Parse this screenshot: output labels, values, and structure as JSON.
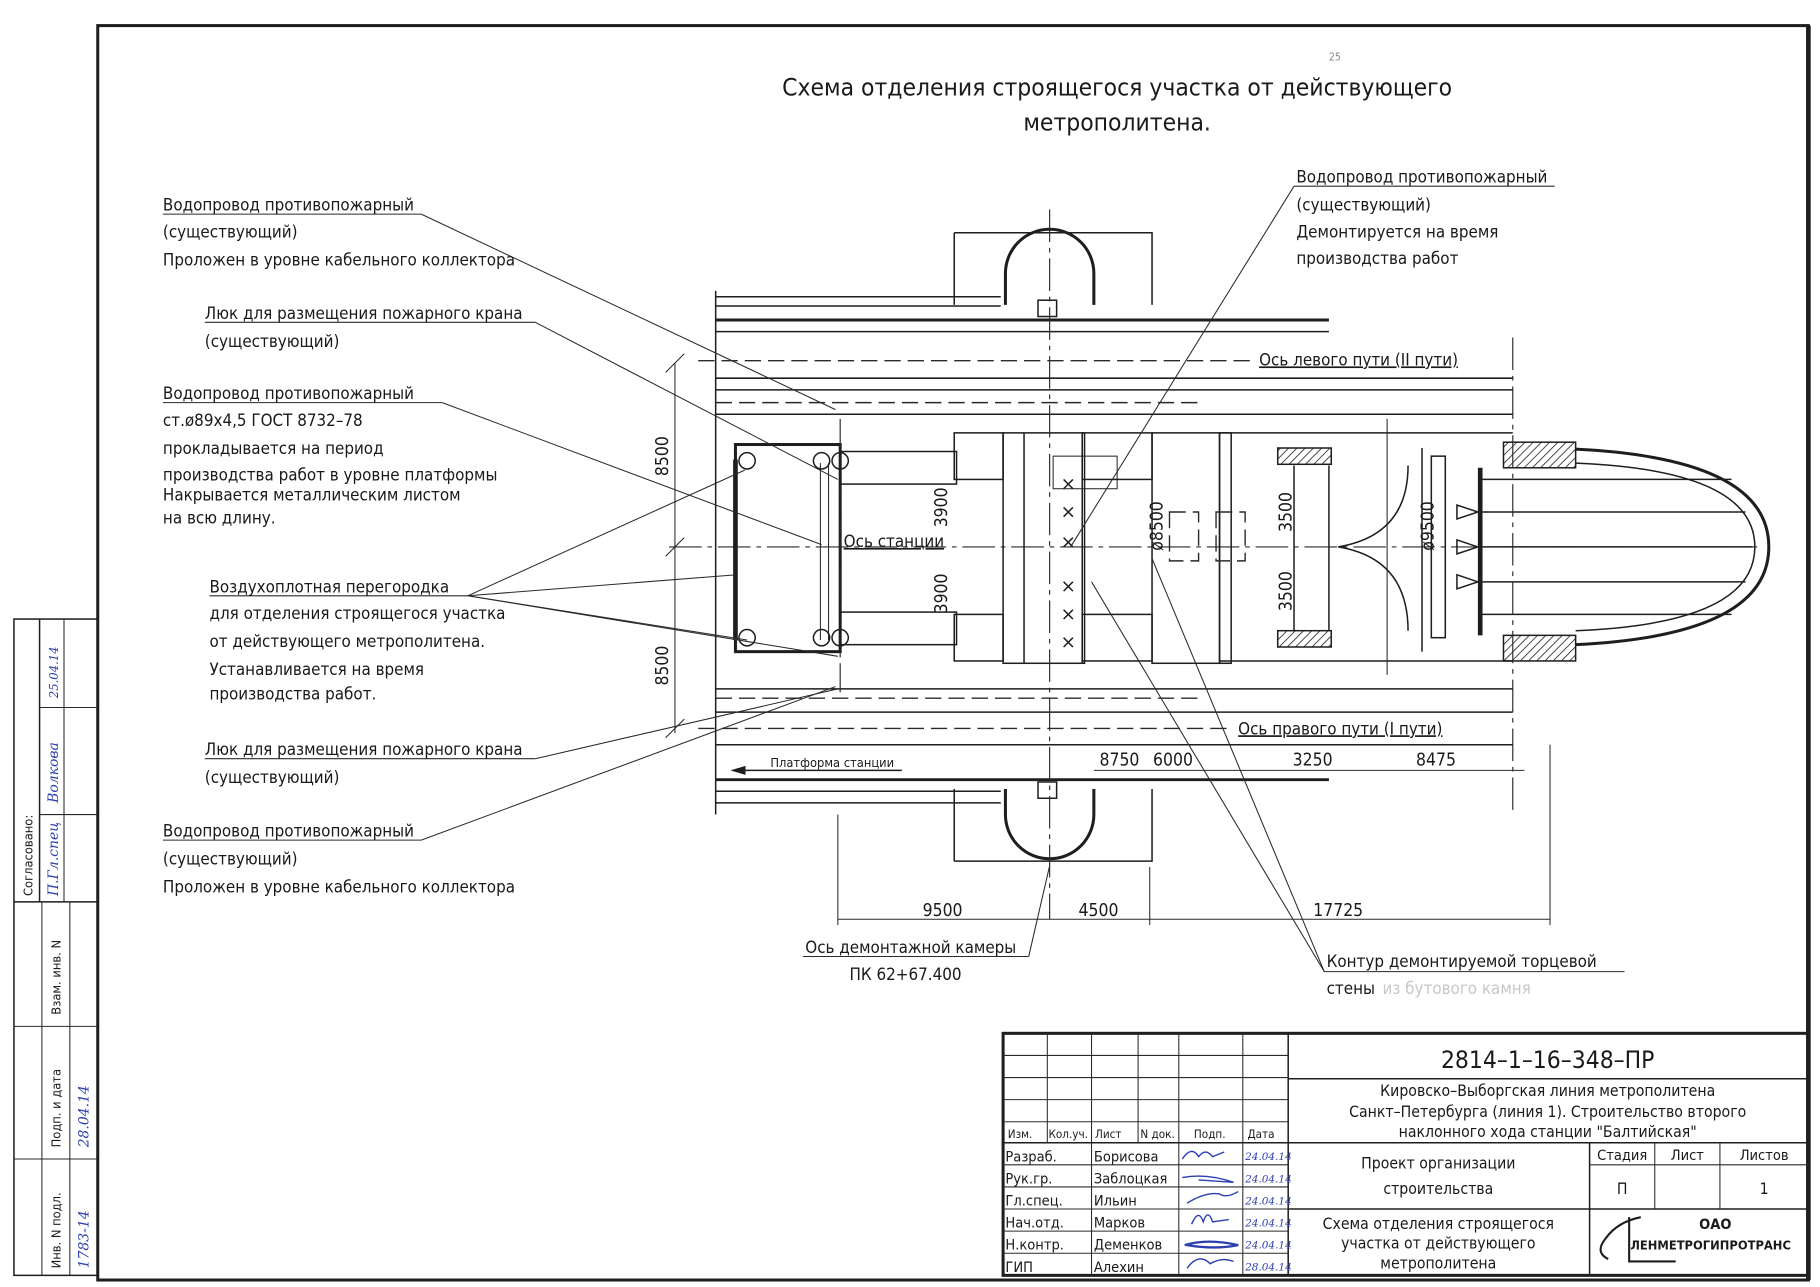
{
  "drawing": {
    "title_line1": "Схема отделения строящегося участка от действующего",
    "title_line2": "метрополитена.",
    "sheet_mark": "25"
  },
  "callouts": {
    "left": [
      {
        "id": "fire-main-top",
        "heading": "Водопровод противопожарный",
        "lines": [
          "(существующий)",
          "Проложен в уровне кабельного коллектора"
        ]
      },
      {
        "id": "hydrant-hatch-top",
        "heading": "Люк для размещения пожарного крана",
        "lines": [
          "(существующий)"
        ]
      },
      {
        "id": "fire-main-temp",
        "heading": "Водопровод противопожарный",
        "lines": [
          "ст.ø89х4,5 ГОСТ 8732–78",
          "прокладывается на период",
          "производства работ в уровне платформы",
          "Накрывается металлическим листом",
          "на всю длину."
        ]
      },
      {
        "id": "airtight-partition",
        "heading": "Воздухоплотная перегородка",
        "lines": [
          "для отделения строящегося участка",
          "от действующего метрополитена.",
          "Устанавливается на время",
          "производства работ."
        ]
      },
      {
        "id": "hydrant-hatch-bottom",
        "heading": "Люк для размещения пожарного крана",
        "lines": [
          "(существующий)"
        ]
      },
      {
        "id": "fire-main-bottom",
        "heading": "Водопровод противопожарный",
        "lines": [
          "(существующий)",
          "Проложен в уровне кабельного коллектора"
        ]
      }
    ],
    "right_top": {
      "heading": "Водопровод противопожарный",
      "lines": [
        "(существующий)",
        "Демонтируется на время",
        "производства работ"
      ]
    },
    "dismantling_axis": {
      "heading": "Ось демонтажной камеры",
      "line": "ПК 62+67.400"
    },
    "end_wall": {
      "heading": "Контур демонтируемой торцевой",
      "line": "стены",
      "faded": "из бутового камня"
    }
  },
  "axes": {
    "left_track": "Ось левого пути (II пути)",
    "right_track": "Ось правого пути (I пути)",
    "station": "Ось станции",
    "platform": "Платформа станции"
  },
  "dimensions": {
    "left_vertical": [
      "8500",
      "8500"
    ],
    "center_vertical": [
      "3900",
      "3900"
    ],
    "right_vertical": [
      "3500",
      "3500"
    ],
    "diameter_small": "ø8500",
    "diameter_large": "ø9500",
    "top_chain": [
      "8750",
      "6000",
      "3250",
      "8475"
    ],
    "bottom_chain": [
      "9500",
      "4500",
      "17725"
    ]
  },
  "title_block": {
    "doc_code": "2814–1–16–348–ПР",
    "project_lines": [
      "Кировско–Выборгская линия метрополитена",
      "Санкт–Петербурга (линия 1). Строительство второго",
      "наклонного хода станции \"Балтийская\""
    ],
    "headers": [
      "Изм.",
      "Кол.уч.",
      "Лист",
      "N док.",
      "Подп.",
      "Дата"
    ],
    "roles": [
      {
        "role": "Разраб.",
        "name": "Борисова",
        "date": "24.04.14"
      },
      {
        "role": "Рук.гр.",
        "name": "Заблоцкая",
        "date": "24.04.14"
      },
      {
        "role": "Гл.спец.",
        "name": "Ильин",
        "date": "24.04.14"
      },
      {
        "role": "Нач.отд.",
        "name": "Марков",
        "date": "24.04.14"
      },
      {
        "role": "Н.контр.",
        "name": "Деменков",
        "date": "24.04.14"
      },
      {
        "role": "ГИП",
        "name": "Алехин",
        "date": "28.04.14"
      }
    ],
    "section_title_lines": [
      "Проект организации",
      "строительства"
    ],
    "sheet_title_lines": [
      "Схема отделения строящегося",
      "участка от действующего",
      "метрополитена"
    ],
    "stage_header": "Стадия",
    "sheet_header": "Лист",
    "sheets_header": "Листов",
    "stage": "П",
    "sheet": "",
    "sheets": "1",
    "org_line1": "ОАО",
    "org_line2": "ЛЕНМЕТРОГИПРОТРАНС"
  },
  "side_stamp": {
    "agreed": "Согласовано:",
    "agreed_sigs": [
      "П.Гл.спец",
      "Волкова",
      "25.04.14"
    ],
    "inv_replace": "Взам. инв. N",
    "sign_date": "Подп. и дата",
    "sign_date_value": "28.04.14",
    "inv_orig": "Инв. N подл.",
    "inv_orig_value": "1783-14"
  }
}
